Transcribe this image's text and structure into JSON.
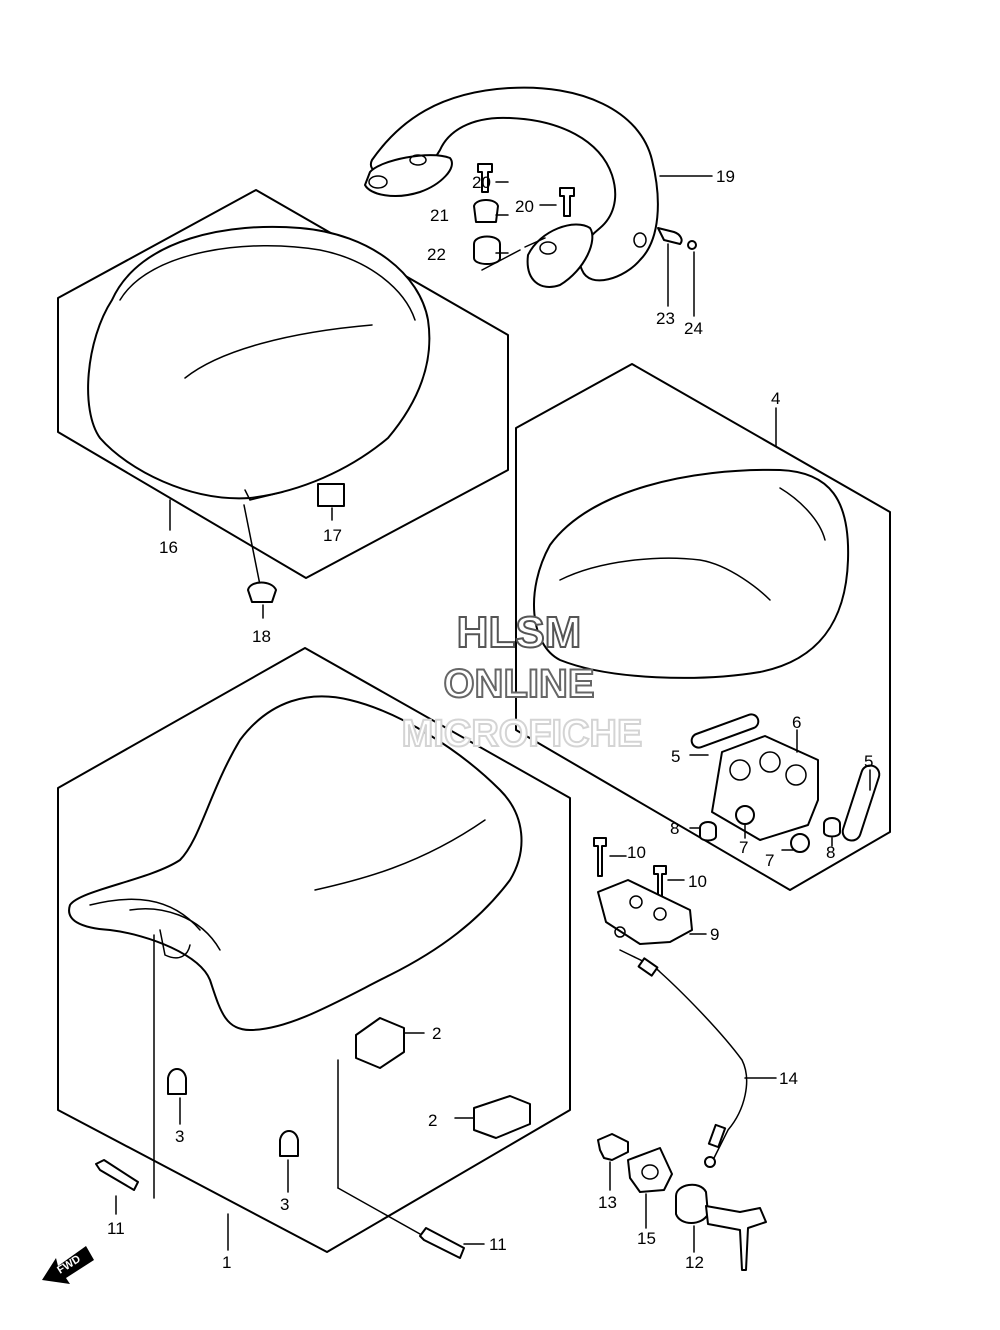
{
  "watermark": {
    "line1": "HLSM",
    "line2": "ONLINE",
    "line3": "MICROFICHE"
  },
  "fwd_label": "FWD",
  "callouts": [
    {
      "id": "1",
      "text": "1"
    },
    {
      "id": "2a",
      "text": "2"
    },
    {
      "id": "2b",
      "text": "2"
    },
    {
      "id": "3a",
      "text": "3"
    },
    {
      "id": "3b",
      "text": "3"
    },
    {
      "id": "4",
      "text": "4"
    },
    {
      "id": "5a",
      "text": "5"
    },
    {
      "id": "5b",
      "text": "5"
    },
    {
      "id": "6",
      "text": "6"
    },
    {
      "id": "7a",
      "text": "7"
    },
    {
      "id": "7b",
      "text": "7"
    },
    {
      "id": "8a",
      "text": "8"
    },
    {
      "id": "8b",
      "text": "8"
    },
    {
      "id": "9",
      "text": "9"
    },
    {
      "id": "10a",
      "text": "10"
    },
    {
      "id": "10b",
      "text": "10"
    },
    {
      "id": "11a",
      "text": "11"
    },
    {
      "id": "11b",
      "text": "11"
    },
    {
      "id": "12",
      "text": "12"
    },
    {
      "id": "13",
      "text": "13"
    },
    {
      "id": "14",
      "text": "14"
    },
    {
      "id": "15",
      "text": "15"
    },
    {
      "id": "16",
      "text": "16"
    },
    {
      "id": "17",
      "text": "17"
    },
    {
      "id": "18",
      "text": "18"
    },
    {
      "id": "19",
      "text": "19"
    },
    {
      "id": "20a",
      "text": "20"
    },
    {
      "id": "20b",
      "text": "20"
    },
    {
      "id": "21",
      "text": "21"
    },
    {
      "id": "22",
      "text": "22"
    },
    {
      "id": "23",
      "text": "23"
    },
    {
      "id": "24",
      "text": "24"
    }
  ]
}
